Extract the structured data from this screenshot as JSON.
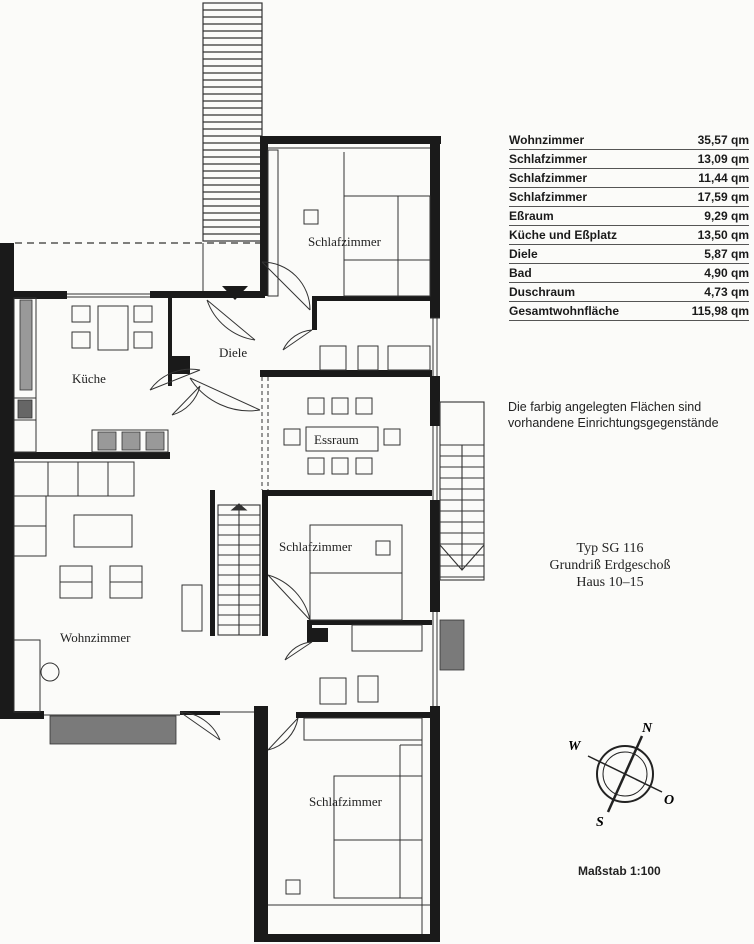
{
  "areas": [
    {
      "room": "Wohnzimmer",
      "value": "35,57 qm"
    },
    {
      "room": "Schlafzimmer",
      "value": "13,09 qm"
    },
    {
      "room": "Schlafzimmer",
      "value": "11,44 qm"
    },
    {
      "room": "Schlafzimmer",
      "value": "17,59 qm"
    },
    {
      "room": "Eßraum",
      "value": "9,29 qm"
    },
    {
      "room": "Küche und Eßplatz",
      "value": "13,50 qm"
    },
    {
      "room": "Diele",
      "value": "5,87 qm"
    },
    {
      "room": "Bad",
      "value": "4,90 qm"
    },
    {
      "room": "Duschraum",
      "value": "4,73 qm"
    }
  ],
  "total": {
    "label": "Gesamtwohnfläche",
    "value": "115,98 qm"
  },
  "note": "Die farbig angelegten Flächen sind vorhandene Einrichtungsgegenstände",
  "title": {
    "line1": "Typ SG 116",
    "line2": "Grundriß Erdgeschoß",
    "line3": "Haus 10–15"
  },
  "scale": "Maßstab 1:100",
  "compass": {
    "n": "N",
    "s": "S",
    "w": "W",
    "o": "O"
  },
  "rooms": {
    "schlafzimmer_top": "Schlafzimmer",
    "kueche": "Küche",
    "diele": "Diele",
    "essraum": "Essraum",
    "schlafzimmer_mid": "Schlafzimmer",
    "wohnzimmer": "Wohnzimmer",
    "schlafzimmer_bottom": "Schlafzimmer"
  },
  "colors": {
    "wall": "#1a1a1a",
    "line": "#333333",
    "paper": "#fbfbf9"
  }
}
